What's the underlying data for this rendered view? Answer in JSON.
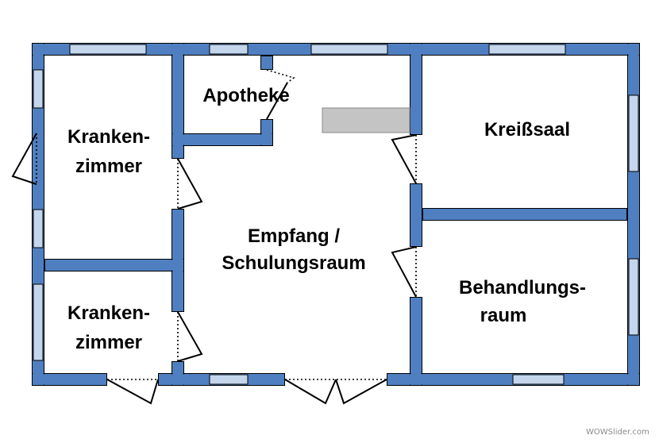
{
  "colors": {
    "wall": "#4f7fc0",
    "wall_stroke": "#000000",
    "window": "#c3d6ec",
    "counter": "#c4c4c4",
    "door_line": "#000000",
    "background": "#ffffff"
  },
  "rooms": {
    "apotheke": [
      "Apotheke"
    ],
    "kranken_top": [
      "Kranken-",
      "zimmer"
    ],
    "kranken_bottom": [
      "Kranken-",
      "zimmer"
    ],
    "empfang": [
      "Empfang /",
      "Schulungsraum"
    ],
    "kreisssaal": [
      "Kreißsaal"
    ],
    "behandlung": [
      "Behandlungs-",
      "raum"
    ]
  },
  "watermark": "WOWSlider.com"
}
